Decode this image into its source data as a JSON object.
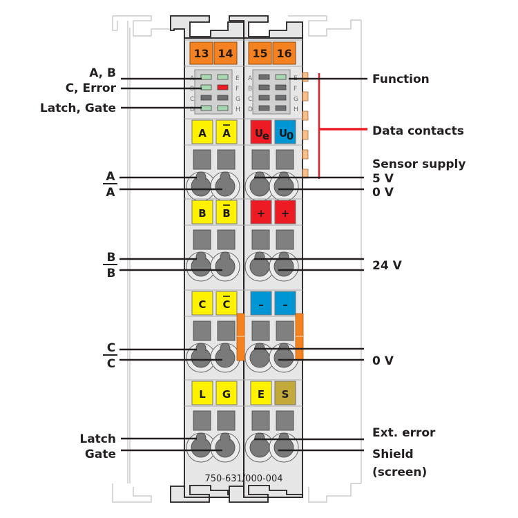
{
  "module": {
    "part_number": "750-631/000-004",
    "colors": {
      "housing": "#e6e6e6",
      "outline": "#231f20",
      "orange": "#f58220",
      "yellow": "#fff200",
      "red": "#ed1c24",
      "blue": "#0096d6",
      "olive": "#c2a93a",
      "led_green": "#a8d8b0",
      "led_red": "#ed1c24",
      "led_off": "#6d6e70",
      "slot_gray": "#808080",
      "data_contact": "#f9bf8b",
      "bracket_red": "#ed1c24"
    },
    "channel_numbers": [
      "13",
      "14",
      "15",
      "16"
    ],
    "led_letters_left": [
      "A",
      "B",
      "C",
      "D"
    ],
    "led_letters_right": [
      "E",
      "F",
      "G",
      "H"
    ],
    "led_blocks": [
      {
        "name": "left",
        "rows": [
          [
            "green",
            "green"
          ],
          [
            "green",
            "red"
          ],
          [
            "off",
            "off"
          ],
          [
            "green",
            "green"
          ]
        ]
      },
      {
        "name": "right",
        "rows": [
          [
            "off",
            "green"
          ],
          [
            "off",
            "off"
          ],
          [
            "off",
            "off"
          ],
          [
            "off",
            "off"
          ]
        ]
      }
    ],
    "terminal_rows": [
      {
        "row": 1,
        "markers": [
          {
            "text": "A",
            "color": "yellow"
          },
          {
            "text": "A",
            "overline": true,
            "color": "yellow"
          },
          {
            "text": "U",
            "sub": "e",
            "color": "red"
          },
          {
            "text": "U",
            "sub": "0",
            "color": "blue"
          }
        ]
      },
      {
        "row": 2,
        "markers": [
          {
            "text": "B",
            "color": "yellow"
          },
          {
            "text": "B",
            "overline": true,
            "color": "yellow"
          },
          {
            "text": "+",
            "color": "red"
          },
          {
            "text": "+",
            "color": "red"
          }
        ]
      },
      {
        "row": 3,
        "markers": [
          {
            "text": "C",
            "color": "yellow"
          },
          {
            "text": "C",
            "overline": true,
            "color": "yellow"
          },
          {
            "text": "–",
            "color": "blue"
          },
          {
            "text": "–",
            "color": "blue"
          }
        ]
      },
      {
        "row": 4,
        "markers": [
          {
            "text": "L",
            "color": "yellow"
          },
          {
            "text": "G",
            "color": "yellow"
          },
          {
            "text": "E",
            "color": "yellow"
          },
          {
            "text": "S",
            "color": "olive"
          }
        ]
      }
    ]
  },
  "left_labels": {
    "leds": [
      "A, B",
      "C, Error",
      "Latch, Gate"
    ],
    "row1": {
      "top": "A",
      "top_overline": true,
      "bottom": "A"
    },
    "row2": {
      "top": "B",
      "top_overline": true,
      "bottom": "B"
    },
    "row3": {
      "top": "C",
      "top_overline": true,
      "bottom": "C"
    },
    "row4": {
      "top": "Latch",
      "bottom": "Gate"
    }
  },
  "right_labels": {
    "function": "Function",
    "data_contacts": "Data contacts",
    "sensor_supply": "Sensor supply",
    "row1_top": "5 V",
    "row1_bottom": "0 V",
    "row2": "24 V",
    "row3": "0 V",
    "row4_top": "Ext. error",
    "row4_bottom_line1": "Shield",
    "row4_bottom_line2": "(screen)"
  }
}
